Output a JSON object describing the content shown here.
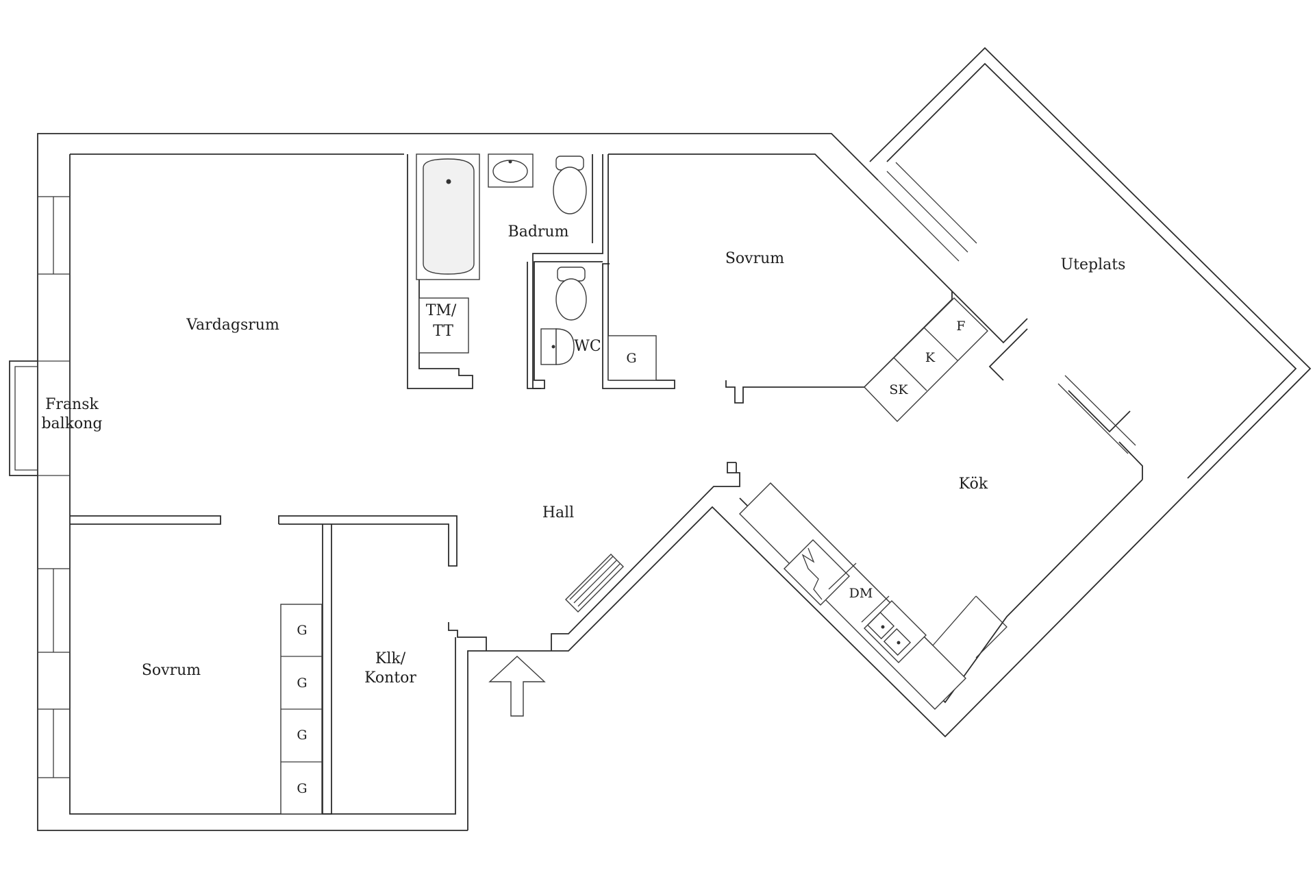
{
  "rooms": {
    "vardagsrum": "Vardagsrum",
    "fransk_1": "Fransk",
    "fransk_2": "balkong",
    "badrum": "Badrum",
    "tm_1": "TM/",
    "tm_2": "TT",
    "wc": "WC",
    "sovrum_top": "Sovrum",
    "uteplats": "Uteplats",
    "hall": "Hall",
    "kok": "Kök",
    "sovrum_bottom": "Sovrum",
    "klk_1": "Klk/",
    "klk_2": "Kontor"
  },
  "fixtures": {
    "g_wc": "G",
    "f": "F",
    "k": "K",
    "sk": "SK",
    "dm": "DM",
    "g1": "G",
    "g2": "G",
    "g3": "G",
    "g4": "G"
  }
}
